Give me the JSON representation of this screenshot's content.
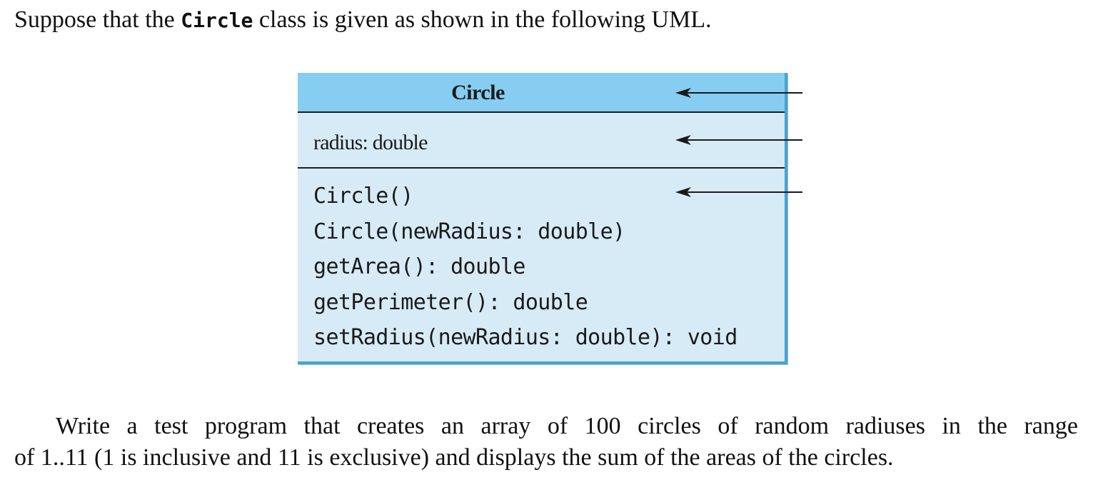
{
  "intro": {
    "before": "Suppose that the ",
    "code": "Circle",
    "after": " class is given as shown in the following UML."
  },
  "uml": {
    "class_name": "Circle",
    "attributes": [
      "radius: double"
    ],
    "methods": [
      "Circle()",
      "Circle(newRadius: double)",
      "getArea(): double",
      "getPerimeter(): double",
      "setRadius(newRadius: double): void"
    ],
    "colors": {
      "header": "#86cdf1",
      "body": "#d7ebf7",
      "border": "#4aa3cf"
    }
  },
  "task": {
    "line1": "Write a test program that creates an array of 100 circles of random radiuses in the range",
    "line2": "of 1..11 (1 is inclusive and 11 is exclusive) and displays the sum of the areas of the circles."
  }
}
